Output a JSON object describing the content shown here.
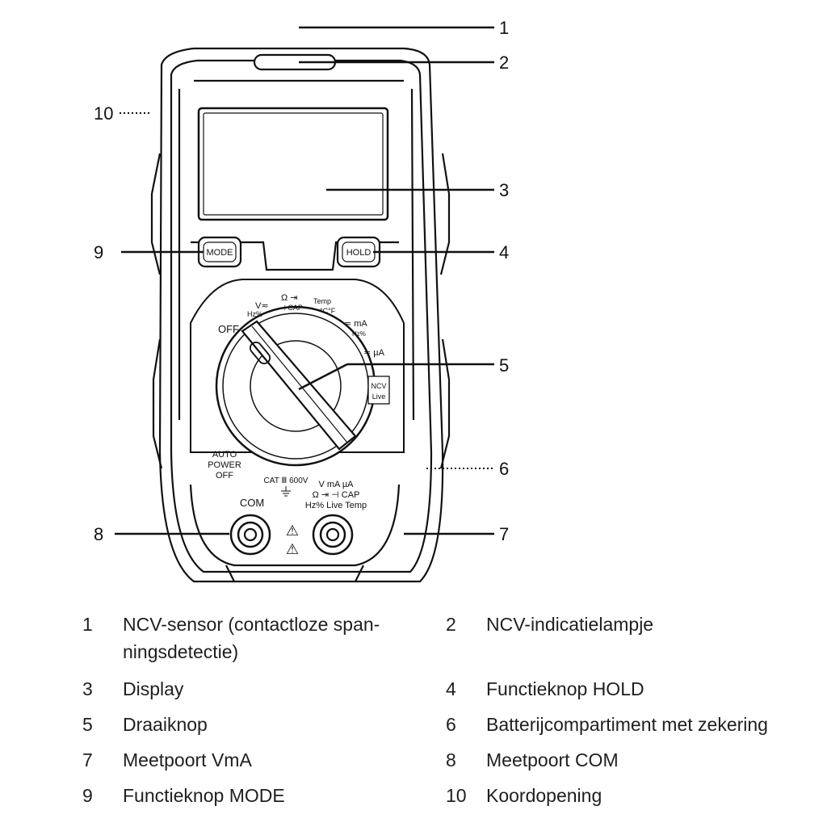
{
  "callouts": [
    "1",
    "2",
    "3",
    "4",
    "5",
    "6",
    "7",
    "8",
    "9",
    "10"
  ],
  "buttons": {
    "mode": "MODE",
    "hold": "HOLD"
  },
  "dial": {
    "off": "OFF",
    "v_sym": "V≂",
    "hz_pct": "Hz%",
    "ohm": "Ω ⇥",
    "cap": "⊣ CAP",
    "temp": "Temp",
    "temp_unit": "°C°F",
    "ma": "≂ mA",
    "ma_hz": "Hz%",
    "ua": "≂ µA",
    "ncv": "NCV",
    "live": "Live"
  },
  "device_text": {
    "auto_1": "AUTO",
    "auto_2": "POWER",
    "auto_3": "OFF",
    "cat": "CAT Ⅲ 600V",
    "com": "COM",
    "port_1": "V mA µA",
    "port_2": "Ω ⇥ ⊣ CAP",
    "port_3": "Hz% Live Temp",
    "warn": "⚠"
  },
  "legend": [
    {
      "num": "1",
      "line1": "NCV-sensor (contactloze span-",
      "line2": "ningsdetectie)"
    },
    {
      "num": "2",
      "line1": "NCV-indicatielampje"
    },
    {
      "num": "3",
      "line1": "Display"
    },
    {
      "num": "4",
      "line1": "Functieknop HOLD"
    },
    {
      "num": "5",
      "line1": "Draaiknop"
    },
    {
      "num": "6",
      "line1": "Batterijcompartiment met zekering"
    },
    {
      "num": "7",
      "line1": "Meetpoort VmA"
    },
    {
      "num": "8",
      "line1": "Meetpoort COM"
    },
    {
      "num": "9",
      "line1": "Functieknop MODE"
    },
    {
      "num": "10",
      "line1": "Koordopening"
    }
  ]
}
